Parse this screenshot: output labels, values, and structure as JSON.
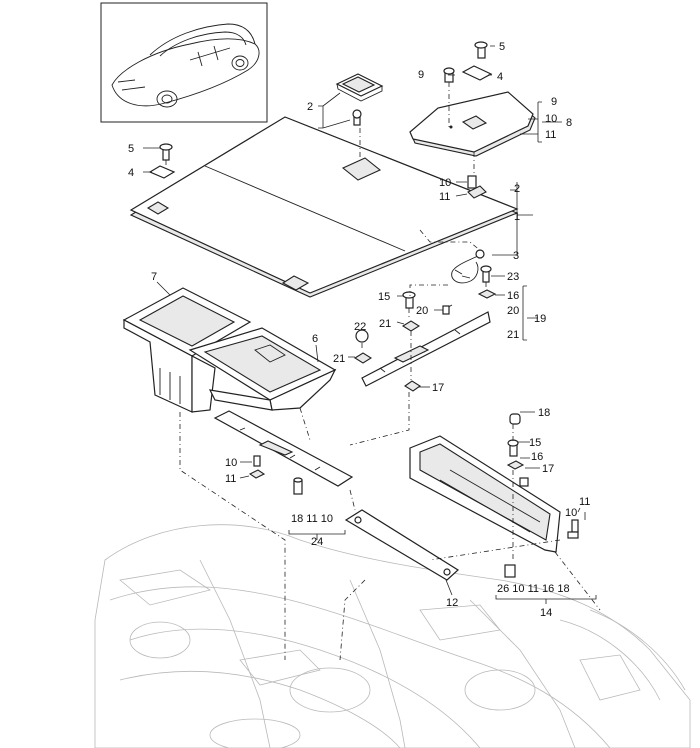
{
  "callouts": {
    "c1": "1",
    "c2a": "2",
    "c2b": "2",
    "c3": "3",
    "c4a": "4",
    "c4b": "4",
    "c5a": "5",
    "c5b": "5",
    "c6": "6",
    "c7": "7",
    "c8": "8",
    "c9a": "9",
    "c9b": "9",
    "c10a": "10",
    "c10b": "10",
    "c10c": "10",
    "c11a": "11",
    "c11b": "11",
    "c11c": "11",
    "c11d": "11",
    "c12": "12",
    "c14": "14",
    "c15a": "15",
    "c15b": "15",
    "c16a": "16",
    "c16b": "16",
    "c17a": "17",
    "c17b": "17",
    "c18": "18",
    "c19": "19",
    "c20a": "20",
    "c20b": "20",
    "c21a": "21",
    "c21b": "21",
    "c21c": "21",
    "c22": "22",
    "c23": "23",
    "c24": "24",
    "g24": "18 11 10",
    "g14": "26 10 11 16 18"
  }
}
